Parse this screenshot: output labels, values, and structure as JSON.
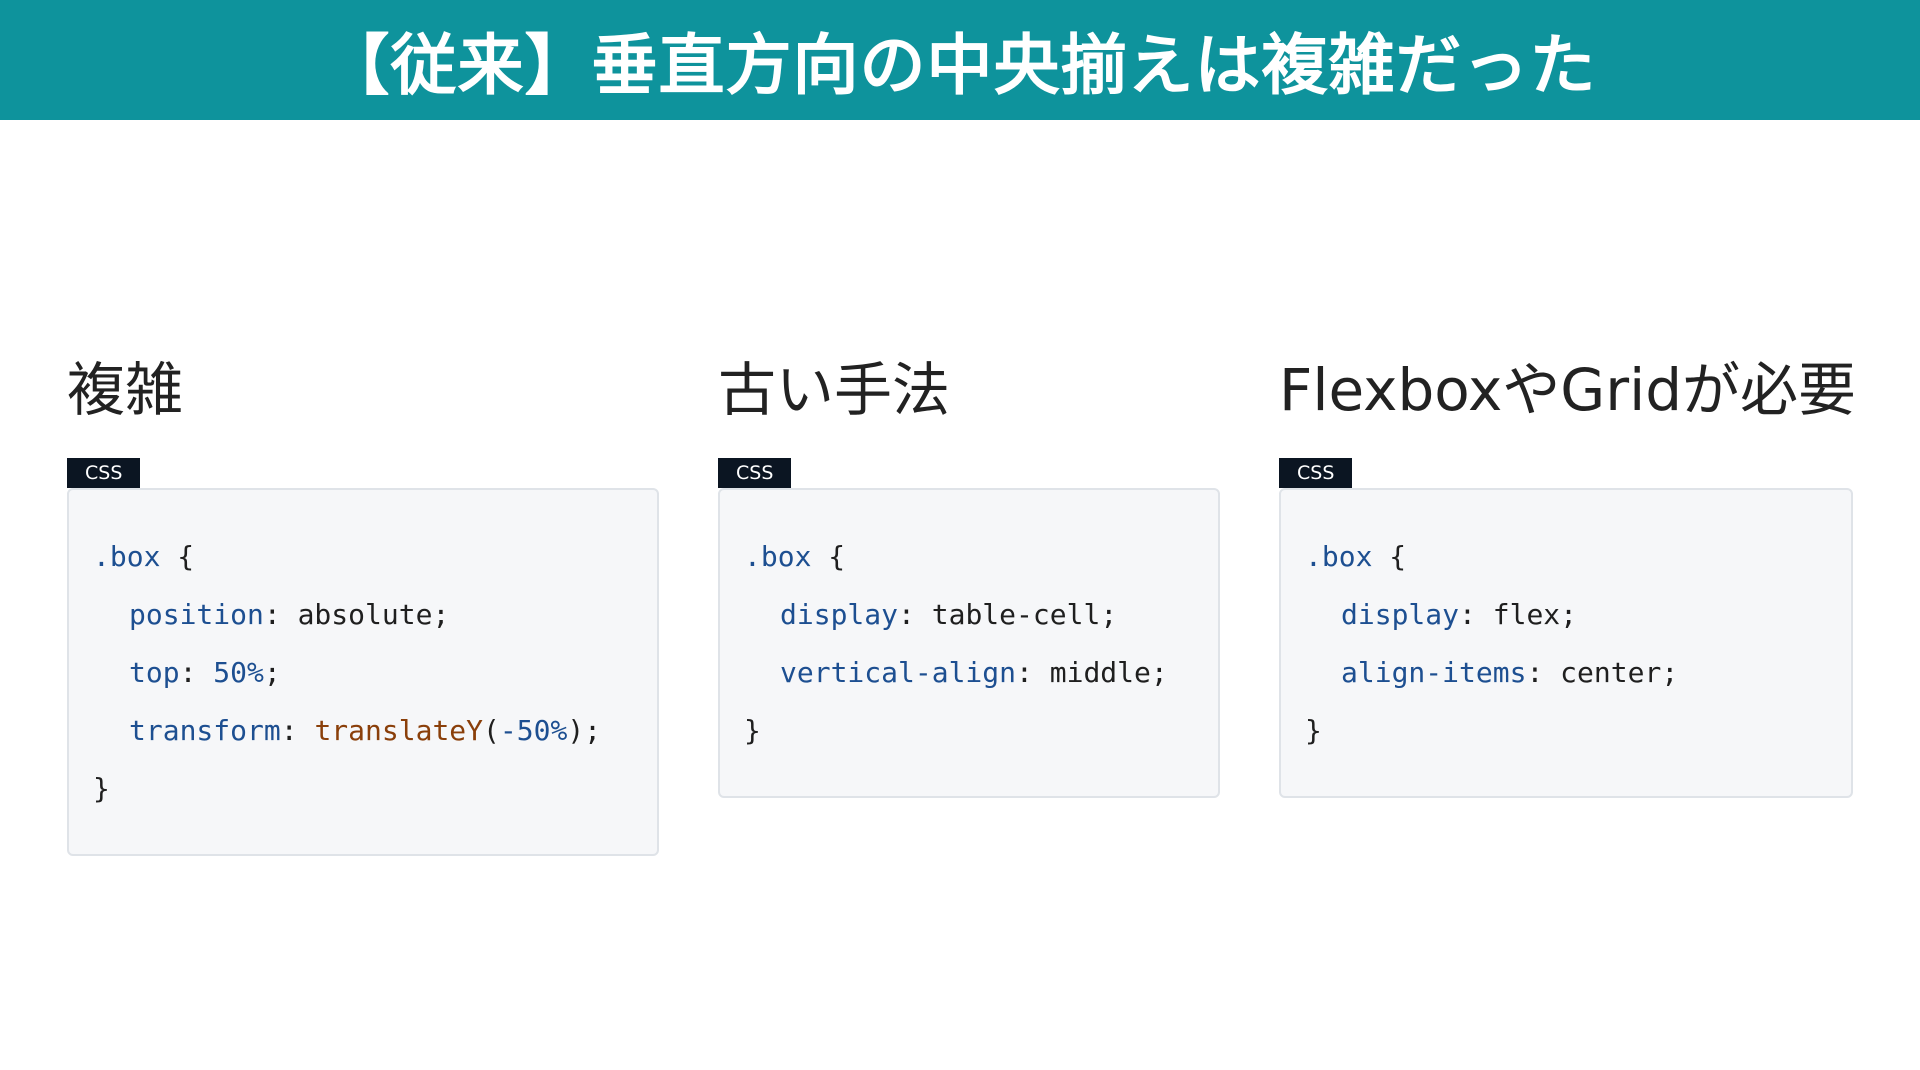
{
  "header": {
    "title": "【従来】垂直方向の中央揃えは複雑だった"
  },
  "columns": [
    {
      "title": "複雑",
      "lang": "CSS",
      "code": {
        "selector": ".box",
        "open": "{",
        "close": "}",
        "lines": [
          {
            "prop": "position",
            "value": "absolute"
          },
          {
            "prop": "top",
            "value_num": "50%"
          },
          {
            "prop": "transform",
            "fn": "translateY",
            "fn_arg": "-50%"
          }
        ]
      }
    },
    {
      "title": "古い手法",
      "lang": "CSS",
      "code": {
        "selector": ".box",
        "open": "{",
        "close": "}",
        "lines": [
          {
            "prop": "display",
            "value": "table-cell"
          },
          {
            "prop": "vertical-align",
            "value": "middle"
          }
        ]
      }
    },
    {
      "title": "FlexboxやGridが必要",
      "lang": "CSS",
      "code": {
        "selector": ".box",
        "open": "{",
        "close": "}",
        "lines": [
          {
            "prop": "display",
            "value": "flex"
          },
          {
            "prop": "align-items",
            "value": "center"
          }
        ]
      }
    }
  ]
}
